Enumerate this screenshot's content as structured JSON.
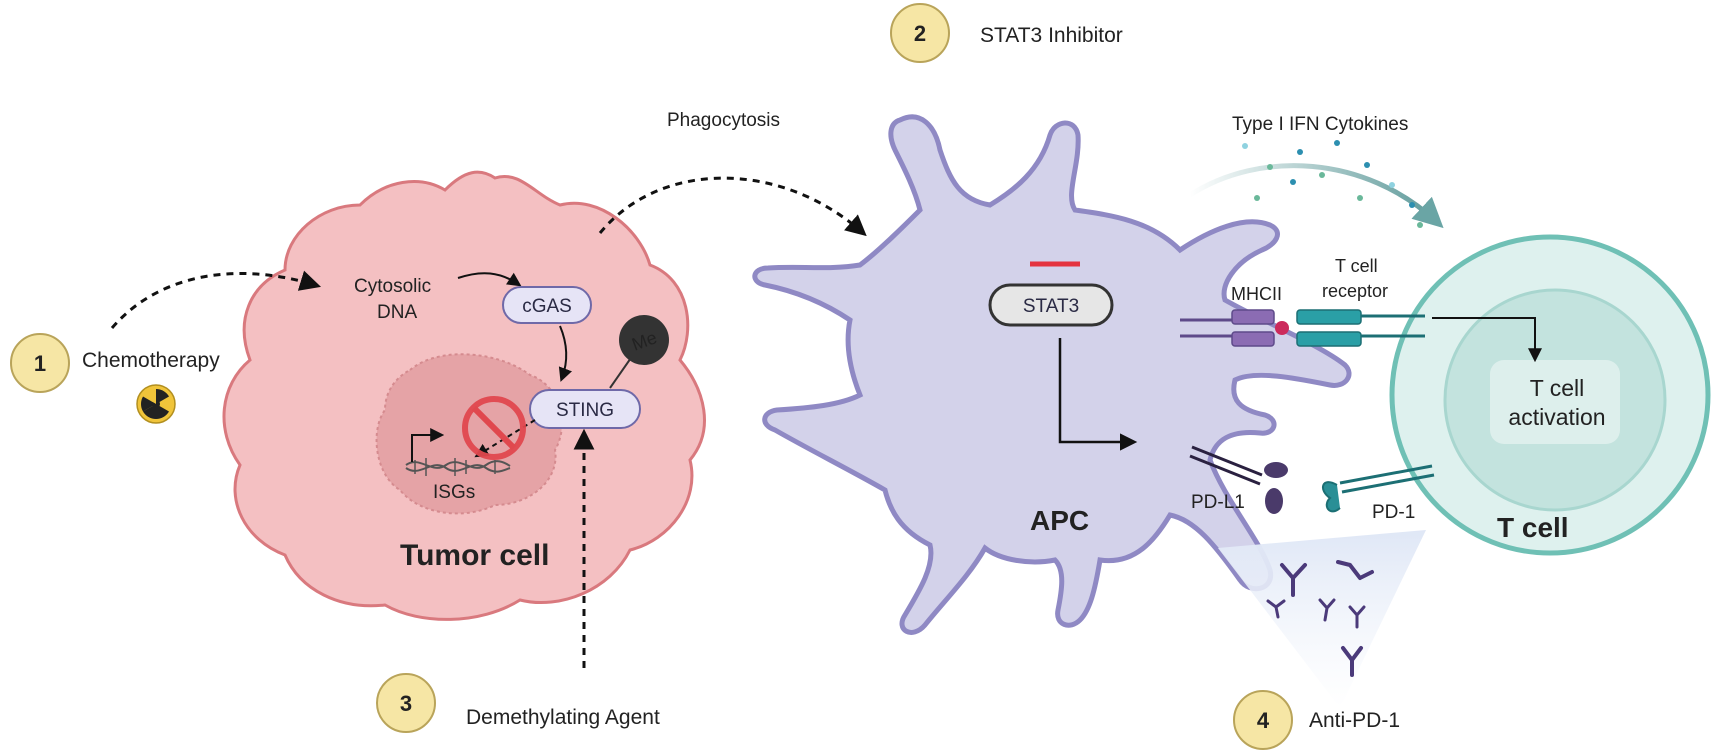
{
  "steps": {
    "s1": {
      "number": "1",
      "label": "Chemotherapy"
    },
    "s2": {
      "number": "2",
      "label": "STAT3 Inhibitor"
    },
    "s3": {
      "number": "3",
      "label": "Demethylating Agent"
    },
    "s4": {
      "number": "4",
      "label": "Anti-PD-1"
    }
  },
  "tumor": {
    "title": "Tumor cell",
    "cytosolic_line1": "Cytosolic",
    "cytosolic_line2": "DNA",
    "cgas": "cGAS",
    "sting": "STING",
    "me": "Me",
    "isgs": "ISGs"
  },
  "apc": {
    "title": "APC",
    "stat3": "STAT3",
    "mhcii": "MHCII",
    "pdl1": "PD-L1"
  },
  "tcell": {
    "title": "T cell",
    "receptor_line1": "T cell",
    "receptor_line2": "receptor",
    "activation_line1": "T cell",
    "activation_line2": "activation",
    "pd1": "PD-1"
  },
  "labels": {
    "phagocytosis": "Phagocytosis",
    "type1_ifn": "Type I IFN Cytokines"
  },
  "colors": {
    "tumor_fill": "#f4c0c2",
    "tumor_stroke": "#d9797e",
    "tumor_title": "#d9535b",
    "apc_fill": "#d3d2ea",
    "apc_stroke": "#8f89c4",
    "apc_title": "#6a62a8",
    "tcell_fill": "#d3ece8",
    "tcell_stroke": "#6fc0b5",
    "tcell_title": "#4fb0a4",
    "inhibitor_red": "#e4333f",
    "step_fill": "#f6e6a5"
  }
}
